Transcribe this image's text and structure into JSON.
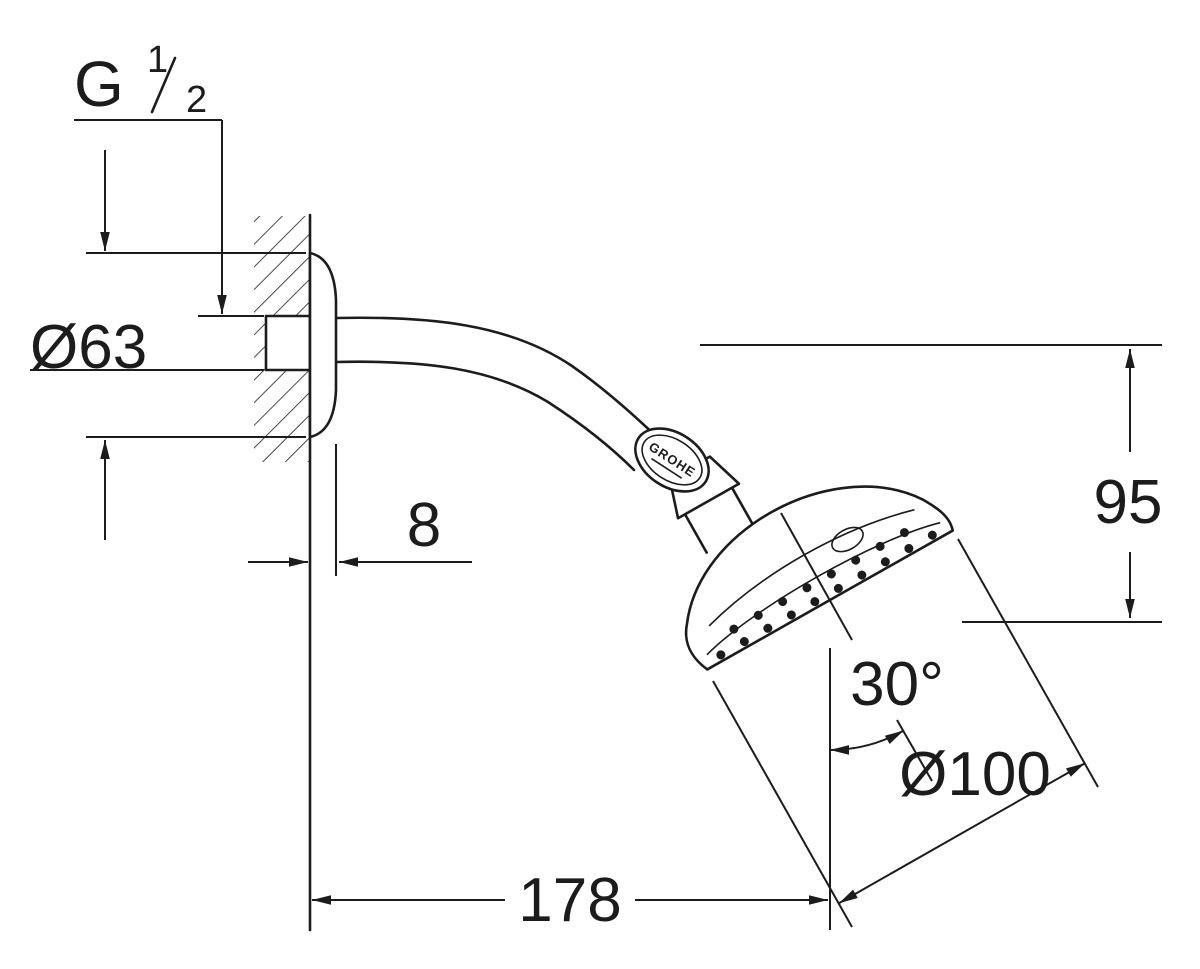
{
  "drawing": {
    "kind": "technical dimensional drawing",
    "subject": "wall-mounted shower head with shower arm",
    "brand": "GROHE",
    "dimensions": {
      "thread_full": "G 1/2",
      "thread_g": "G",
      "thread_num": "1",
      "thread_den": "2",
      "escutcheon_diameter": "Ø63",
      "escutcheon_depth": "8",
      "drop_height": "95",
      "tilt_angle": "30°",
      "head_diameter": "Ø100",
      "arm_projection": "178"
    },
    "colors": {
      "line": "#1c1c1c",
      "background": "#ffffff"
    }
  }
}
